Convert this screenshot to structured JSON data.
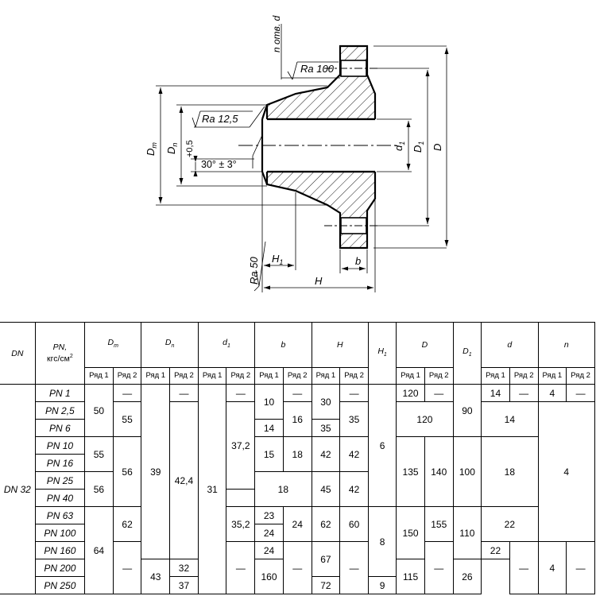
{
  "drawing": {
    "holes_label": "n отв. d",
    "ra100": "Ra 100",
    "ra125": "Ra 12,5",
    "ra50": "Ra 50",
    "chamfer": "30° ± 3°",
    "tolerance": "+0,5",
    "dim_Dm": "D",
    "dim_Dm_sub": "m",
    "dim_Dn": "D",
    "dim_Dn_sub": "n",
    "dim_d1": "d",
    "dim_d1_sub": "1",
    "dim_D1": "D",
    "dim_D1_sub": "1",
    "dim_D": "D",
    "dim_H1": "H",
    "dim_H1_sub": "1",
    "dim_b": "b",
    "dim_H": "H"
  },
  "table": {
    "headers": {
      "dn": "DN",
      "pn_main": "PN,",
      "pn_unit": "кгс/см",
      "pn_unit_sup": "2",
      "dm": "D",
      "dm_sub": "m",
      "dn_col": "D",
      "dn_col_sub": "n",
      "d1": "d",
      "d1_sub": "1",
      "b": "b",
      "h": "H",
      "h1": "H",
      "h1_sub": "1",
      "d_big": "D",
      "d_big1": "D",
      "d_big1_sub": "1",
      "d_small": "d",
      "n": "n",
      "row1": "Ряд 1",
      "row2": "Ряд 2"
    },
    "dn_value": "DN 32",
    "dash": "—",
    "pn_rows": [
      "PN 1",
      "PN 2,5",
      "PN 6",
      "PN 10",
      "PN 16",
      "PN 25",
      "PN 40",
      "PN 63",
      "PN 100",
      "PN 160",
      "PN 200",
      "PN 250"
    ],
    "values": {
      "dm_r1_a": "50",
      "dm_r2_a": "55",
      "dm_r1_b": "55",
      "dm_r1_c": "56",
      "dm_r2_b": "56",
      "dm_r2_c": "62",
      "dm_r1_d": "64",
      "dn_r1": "39",
      "dn_r2": "42,4",
      "dn_r1_b": "43",
      "d1_r1": "31",
      "d1_r2_a": "37,2",
      "d1_r2_b": "35,2",
      "b_r1_a": "10",
      "b_r1_b": "14",
      "b_r2_a": "16",
      "b_r1_c": "15",
      "b_r2_b": "18",
      "b_merged": "18",
      "b_r1_d": "23",
      "b_r1_e": "24",
      "b_r2_c": "24",
      "b_r1_f": "24",
      "b_r1_g": "32",
      "b_r1_h": "37",
      "h_r1_a": "30",
      "h_r1_b": "35",
      "h_r2_a": "35",
      "h_r1_c": "42",
      "h_r2_b": "42",
      "h_r1_d": "45",
      "h_r2_c": "42",
      "h_r1_e": "62",
      "h_r2_d": "60",
      "h_r1_f": "67",
      "h_r1_g": "72",
      "h1_a": "6",
      "h1_b": "8",
      "h1_c": "9",
      "D_r1_a": "120",
      "D_merged": "120",
      "D_r1_b": "135",
      "D_r2_b": "140",
      "D_r1_c": "150",
      "D_r2_c": "155",
      "D_r1_d": "160",
      "D1_a": "90",
      "D1_b": "100",
      "D1_c": "110",
      "D1_d": "115",
      "d_r1_a": "14",
      "d_merged_a": "14",
      "d_merged_b": "18",
      "d_merged_c": "22",
      "d_r1_b": "22",
      "d_r1_c": "26",
      "n_r1_a": "4",
      "n_merged": "4",
      "n_r1_b": "4"
    }
  }
}
